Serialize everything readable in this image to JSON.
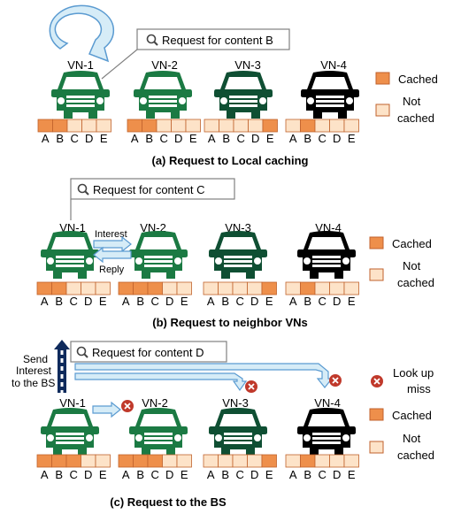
{
  "colors": {
    "cached": "#ee8f4b",
    "not_cached": "#fde3c8",
    "cell_stroke": "#c0622c",
    "car_green": "#1b7a43",
    "car_dark_green": "#0f4f33",
    "car_black": "#000000",
    "arrow_fill": "#d6ecf7",
    "arrow_stroke": "#5b9bd1",
    "miss_red": "#c0392b",
    "bs_arrow": "#0e2a5c"
  },
  "cache_letters": [
    "A",
    "B",
    "C",
    "D",
    "E"
  ],
  "legend": {
    "cached": "Cached",
    "not_cached_line1": "Not",
    "not_cached_line2": "cached",
    "lookup_line1": "Look  up",
    "lookup_line2": "miss"
  },
  "panels": [
    {
      "caption": "(a) Request to Local caching",
      "request": "Request for content B",
      "vehicles": [
        {
          "name": "VN-1",
          "car": "green",
          "cache": [
            true,
            true,
            false,
            false,
            false
          ]
        },
        {
          "name": "VN-2",
          "car": "green",
          "cache": [
            true,
            true,
            false,
            false,
            false
          ]
        },
        {
          "name": "VN-3",
          "car": "dark_green",
          "cache": [
            false,
            false,
            false,
            false,
            true
          ]
        },
        {
          "name": "VN-4",
          "car": "black",
          "cache": [
            false,
            true,
            false,
            false,
            false
          ]
        }
      ]
    },
    {
      "caption": "(b) Request to neighbor VNs",
      "request": "Request for content C",
      "interest": "Interest",
      "reply": "Reply",
      "vehicles": [
        {
          "name": "VN-1",
          "car": "green",
          "cache": [
            true,
            true,
            false,
            false,
            false
          ]
        },
        {
          "name": "VN-2",
          "car": "green",
          "cache": [
            true,
            true,
            true,
            false,
            false
          ]
        },
        {
          "name": "VN-3",
          "car": "dark_green",
          "cache": [
            false,
            false,
            false,
            false,
            true
          ]
        },
        {
          "name": "VN-4",
          "car": "black",
          "cache": [
            false,
            true,
            false,
            false,
            false
          ]
        }
      ]
    },
    {
      "caption": "(c) Request to the BS",
      "request": "Request for content D",
      "send_interest": [
        "Send",
        "Interest",
        "to the BS"
      ],
      "vehicles": [
        {
          "name": "VN-1",
          "car": "green",
          "cache": [
            true,
            true,
            true,
            false,
            false
          ]
        },
        {
          "name": "VN-2",
          "car": "green",
          "cache": [
            true,
            true,
            true,
            false,
            false
          ]
        },
        {
          "name": "VN-3",
          "car": "dark_green",
          "cache": [
            false,
            false,
            false,
            false,
            true
          ]
        },
        {
          "name": "VN-4",
          "car": "black",
          "cache": [
            false,
            true,
            false,
            false,
            false
          ]
        }
      ]
    }
  ]
}
